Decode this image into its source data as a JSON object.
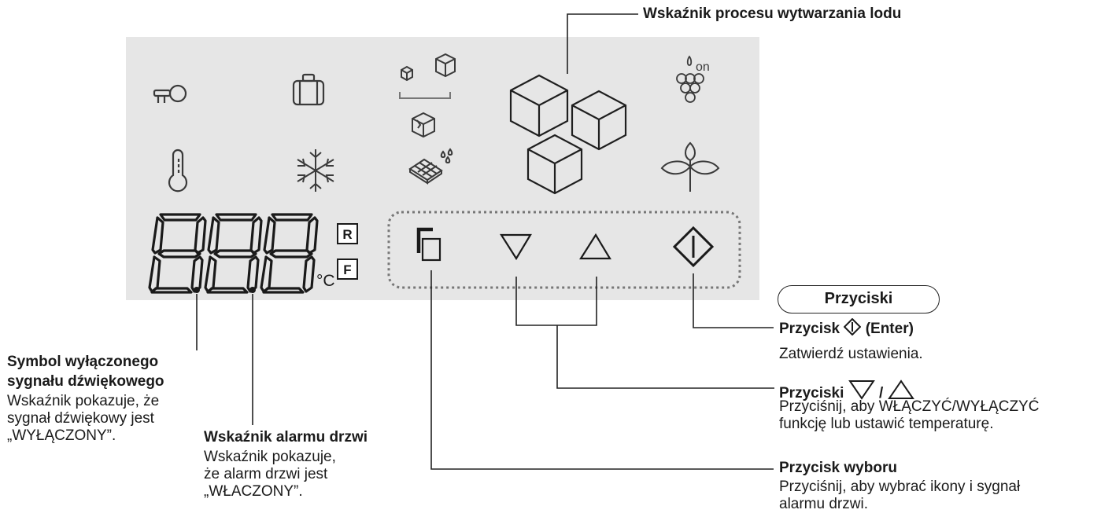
{
  "panel": {
    "digits": "8.8.8",
    "unit": "°C",
    "box_r": "R",
    "box_f": "F",
    "icon_on_label": "on"
  },
  "labels": {
    "ice_indicator": "Wskaźnik procesu wytwarzania lodu",
    "buttons_pill": "Przyciski",
    "enter_title_pre": "Przycisk",
    "enter_title_post": "(Enter)",
    "enter_desc": "Zatwierdź ustawienia.",
    "updown_title_pre": "Przyciski",
    "updown_sep": "/",
    "updown_desc_1": "Przyciśnij, aby WŁĄCZYĆ/WYŁĄCZYĆ",
    "updown_desc_2": "funkcję lub ustawić temperaturę.",
    "select_title": "Przycisk wyboru",
    "select_desc_1": "Przyciśnij, aby wybrać ikony i sygnał",
    "select_desc_2": "alarmu drzwi.",
    "mute_title_1": "Symbol wyłączonego",
    "mute_title_2": "sygnału dźwiękowego",
    "mute_desc_1": "Wskaźnik pokazuje, że",
    "mute_desc_2": "sygnał dźwiękowy jest",
    "mute_desc_3": "„WYŁĄCZONY”.",
    "door_title": "Wskaźnik alarmu drzwi",
    "door_desc_1": "Wskaźnik pokazuje,",
    "door_desc_2": "że alarm drzwi jest",
    "door_desc_3": "„WŁACZONY”."
  },
  "icons": [
    "key-icon",
    "suitcase-icon",
    "ice-size-icon",
    "ice-cube-icon",
    "chocolate-drops-icon",
    "large-ice-cubes-icon",
    "grapes-icon",
    "leaf-icon",
    "thermometer-icon",
    "snowflake-icon",
    "select-icon",
    "down-triangle-icon",
    "up-triangle-icon",
    "enter-icon"
  ],
  "colors": {
    "panel": "#e6e6e6",
    "line": "#222222",
    "icon": "#3a3a3a",
    "dots": "#777777"
  }
}
